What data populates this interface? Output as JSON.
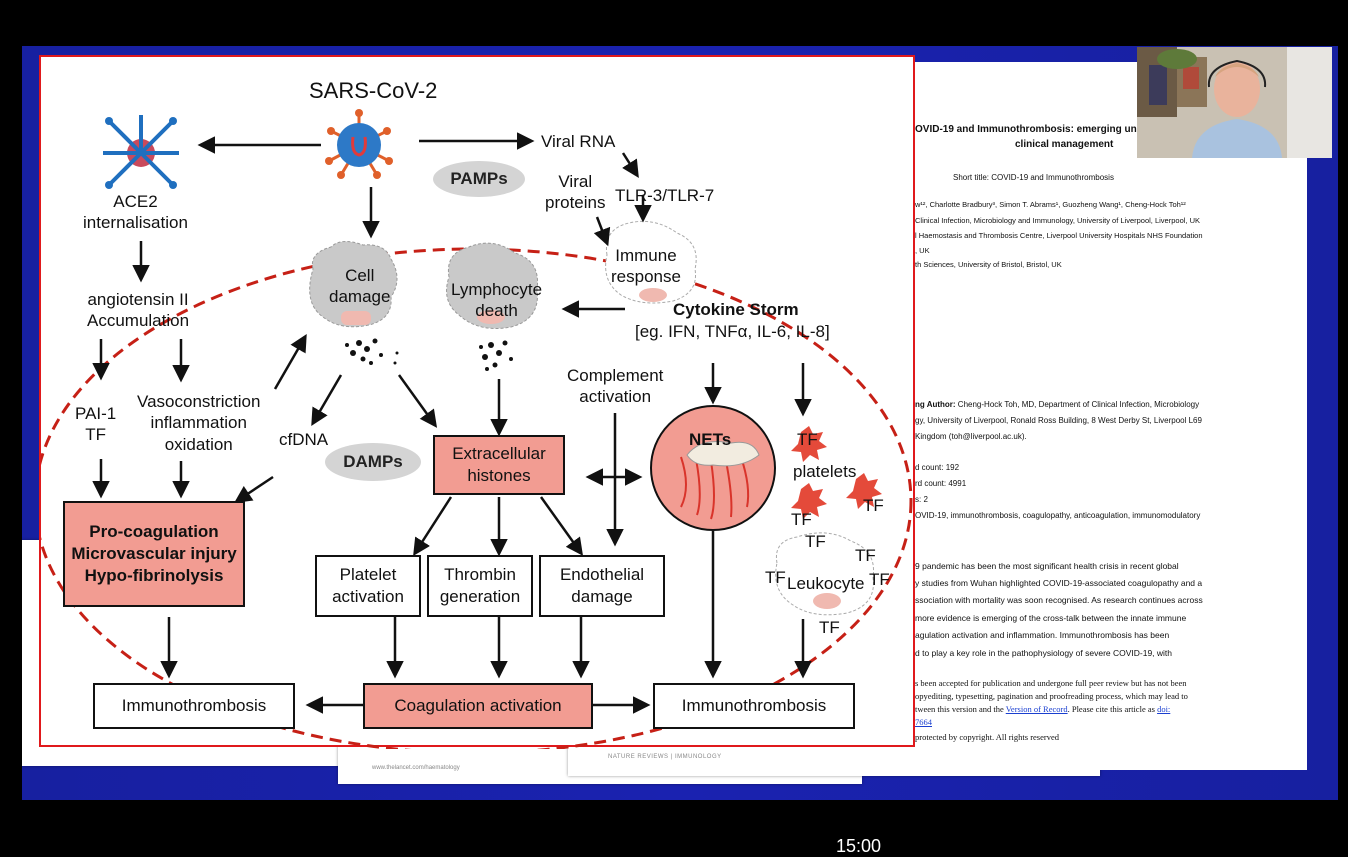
{
  "diagram": {
    "title": "SARS-CoV-2",
    "ace2": "ACE2\ninternalisation",
    "angiotensin": "angiotensin II\nAccumulation",
    "pai1": "PAI-1\nTF",
    "vaso": "Vasoconstriction\ninflammation\noxidation",
    "cfdna": "cfDNA",
    "cell_damage": "Cell\ndamage",
    "lymph_death": "Lymphocyte\ndeath",
    "viral_rna": "Viral RNA",
    "pamps": "PAMPs",
    "viral_proteins": "Viral\nproteins",
    "tlr": "TLR-3/TLR-7",
    "immune_response": "Immune\nresponse",
    "cytokine_storm": "Cytokine Storm",
    "cytokine_list": "[eg. IFN, TNFα, IL-6, IL-8]",
    "complement": "Complement\nactivation",
    "damps": "DAMPs",
    "histones": "Extracellular\nhistones",
    "nets": "NETs",
    "tf": "TF",
    "platelets": "platelets",
    "leukocyte": "Leukocyte",
    "procoag": "Pro-coagulation\nMicrovascular injury\nHypo-fibrinolysis",
    "platelet_act": "Platelet\nactivation",
    "thrombin": "Thrombin\ngeneration",
    "endothelial": "Endothelial\ndamage",
    "immuno_left": "Immunothrombosis",
    "coag_act": "Coagulation activation",
    "immuno_right": "Immunothrombosis"
  },
  "document": {
    "title_line1": "OVID-19 and Immunothrombosis: emerging un",
    "title_line2": "clinical management",
    "short_title": "Short title: COVID-19 and Immunothrombosis",
    "authors": "w¹², Charlotte Bradbury³, Simon T. Abrams¹, Guozheng Wang¹, Cheng-Hock Toh¹²",
    "aff1": " Clinical Infection, Microbiology and Immunology, University of Liverpool, Liverpool, UK",
    "aff2": "l Haemostasis and Thrombosis Centre, Liverpool University Hospitals NHS Foundation",
    "aff3": ", UK",
    "aff4": "th Sciences, University of Bristol, Bristol, UK",
    "corr1_bold": "ng Author:",
    "corr1": " Cheng-Hock Toh, MD, Department of Clinical Infection, Microbiology",
    "corr2": "gy, University of Liverpool, Ronald Ross Building, 8 West Derby St, Liverpool L69",
    "corr3": "Kingdom (toh@liverpool.ac.uk).",
    "count1": "d count: 192",
    "count2": "rd count: 4991",
    "count3": "s: 2",
    "keywords": "OVID-19, immunothrombosis, coagulopathy, anticoagulation, immunomodulatory",
    "abs1": "9 pandemic has been the most significant health crisis in recent global",
    "abs2": "y studies from Wuhan highlighted COVID-19-associated coagulopathy and a",
    "abs3": "ssociation with mortality was soon recognised. As research continues across",
    "abs4": "more evidence is emerging of the cross-talk between the innate immune",
    "abs5": "agulation activation and inflammation. Immunothrombosis has been",
    "abs6": "d to play a key role in the pathophysiology of severe COVID-19, with",
    "note1": "s been accepted for publication and undergone full peer review but has not been",
    "note2": "opyediting, typesetting, pagination and proofreading process, which may lead to",
    "note3_a": "tween this version and the ",
    "note3_link": "Version of Record",
    "note3_b": ". Please cite this article as ",
    "note3_doi": "doi:",
    "note4": "7664",
    "copyright": " protected by copyright. All rights reserved"
  },
  "footers": {
    "lancet": "www.thelancet.com/haematology",
    "nature": "NATURE REVIEWS | IMMUNOLOGY"
  },
  "timer": "15:00",
  "colors": {
    "accent_red": "#e0191c",
    "box_pink": "#f29c92",
    "bg_blue": "#1a22b0"
  }
}
